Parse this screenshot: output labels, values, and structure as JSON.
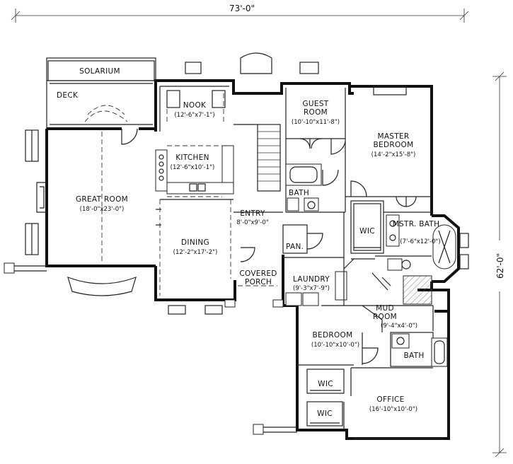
{
  "dimensions": {
    "overall_width": "73'-0\"",
    "overall_depth": "62'-0\""
  },
  "rooms": {
    "solarium": {
      "name": "SOLARIUM"
    },
    "deck": {
      "name": "DECK"
    },
    "nook": {
      "name": "NOOK",
      "size": "(12'-6\"x7'-1\")"
    },
    "kitchen": {
      "name": "KITCHEN",
      "size": "(12'-6\"x10'-1\")"
    },
    "great_room": {
      "name": "GREAT ROOM",
      "size": "(18'-0\"x23'-0\")"
    },
    "dining": {
      "name": "DINING",
      "size": "(12'-2\"x17'-2\")"
    },
    "entry": {
      "name": "ENTRY",
      "size": "8'-0\"x9'-0\""
    },
    "covered_porch": {
      "name": "COVERED",
      "name2": "PORCH"
    },
    "guest_room": {
      "name": "GUEST",
      "name2": "ROOM",
      "size": "(10'-10\"x11'-8\")"
    },
    "bath": {
      "name": "BATH"
    },
    "pantry": {
      "name": "PAN."
    },
    "master_bedroom": {
      "name": "MASTER",
      "name2": "BEDROOM",
      "size": "(14'-2\"x15'-8\")"
    },
    "master_wic": {
      "name": "WIC"
    },
    "master_bath": {
      "name": "MSTR. BATH",
      "size": "(7'-6\"x12'-0\")"
    },
    "laundry": {
      "name": "LAUNDRY",
      "size": "(9'-3\"x7'-9\")"
    },
    "mud_room": {
      "name": "MUD",
      "name2": "ROOM",
      "size": "(9'-4\"x4'-0\")"
    },
    "bedroom": {
      "name": "BEDROOM",
      "size": "(10'-10\"x10'-0\")"
    },
    "bath2": {
      "name": "BATH"
    },
    "bedroom_wic": {
      "name": "WIC"
    },
    "office_wic": {
      "name": "WIC"
    },
    "office": {
      "name": "OFFICE",
      "size": "(16'-10\"x10'-0\")"
    }
  }
}
